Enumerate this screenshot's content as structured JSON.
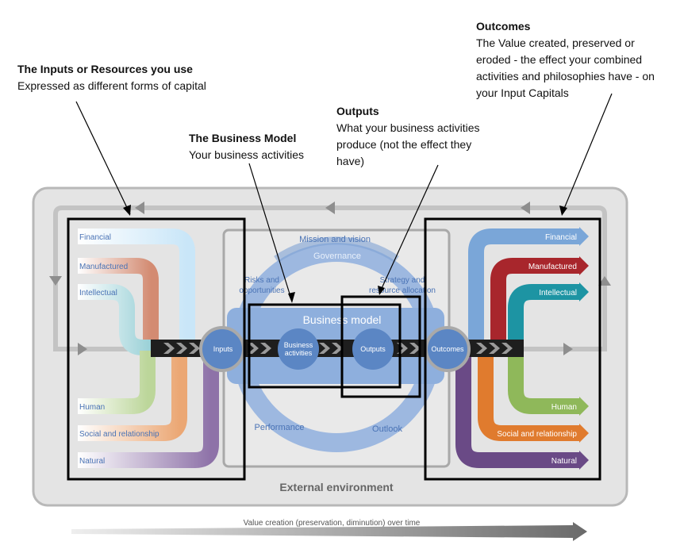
{
  "annotations": {
    "inputs": {
      "title": "The Inputs or Resources you use",
      "body": "Expressed as different forms of capital"
    },
    "business_model": {
      "title": "The Business Model",
      "body": "Your business activities"
    },
    "outputs": {
      "title": "Outputs",
      "body": "What your business activities produce (not the effect they have)"
    },
    "outcomes": {
      "title": "Outcomes",
      "body": "The Value created, preserved or eroded - the effect your combined activities and philosophies have - on your Input Capitals"
    }
  },
  "inputs": [
    "Financial",
    "Manufactured",
    "Intellectual",
    "Human",
    "Social and relationship",
    "Natural"
  ],
  "outcomes": [
    "Financial",
    "Manufactured",
    "Intellectual",
    "Human",
    "Social and relationship",
    "Natural"
  ],
  "center": {
    "mission": "Mission and vision",
    "governance": "Governance",
    "risks": [
      "Risks and",
      "opportunities"
    ],
    "strategy": [
      "Strategy and",
      "resource allocation"
    ],
    "business_model": "Business model",
    "performance": "Performance",
    "outlook": "Outlook"
  },
  "nodes": {
    "inputs": "Inputs",
    "business_activities": [
      "Business",
      "activities"
    ],
    "outputs": "Outputs",
    "outcomes": "Outcomes"
  },
  "external_environment": "External environment",
  "timeline": "Value creation (preservation, diminution) over time",
  "colors": {
    "financial": "#7aa6d8",
    "manufactured": "#a8262c",
    "intellectual": "#1d94a3",
    "human": "#8fb85a",
    "social": "#e07b2e",
    "natural": "#6a4a86",
    "node": "#5b86c4",
    "label": "#4a73b5"
  }
}
